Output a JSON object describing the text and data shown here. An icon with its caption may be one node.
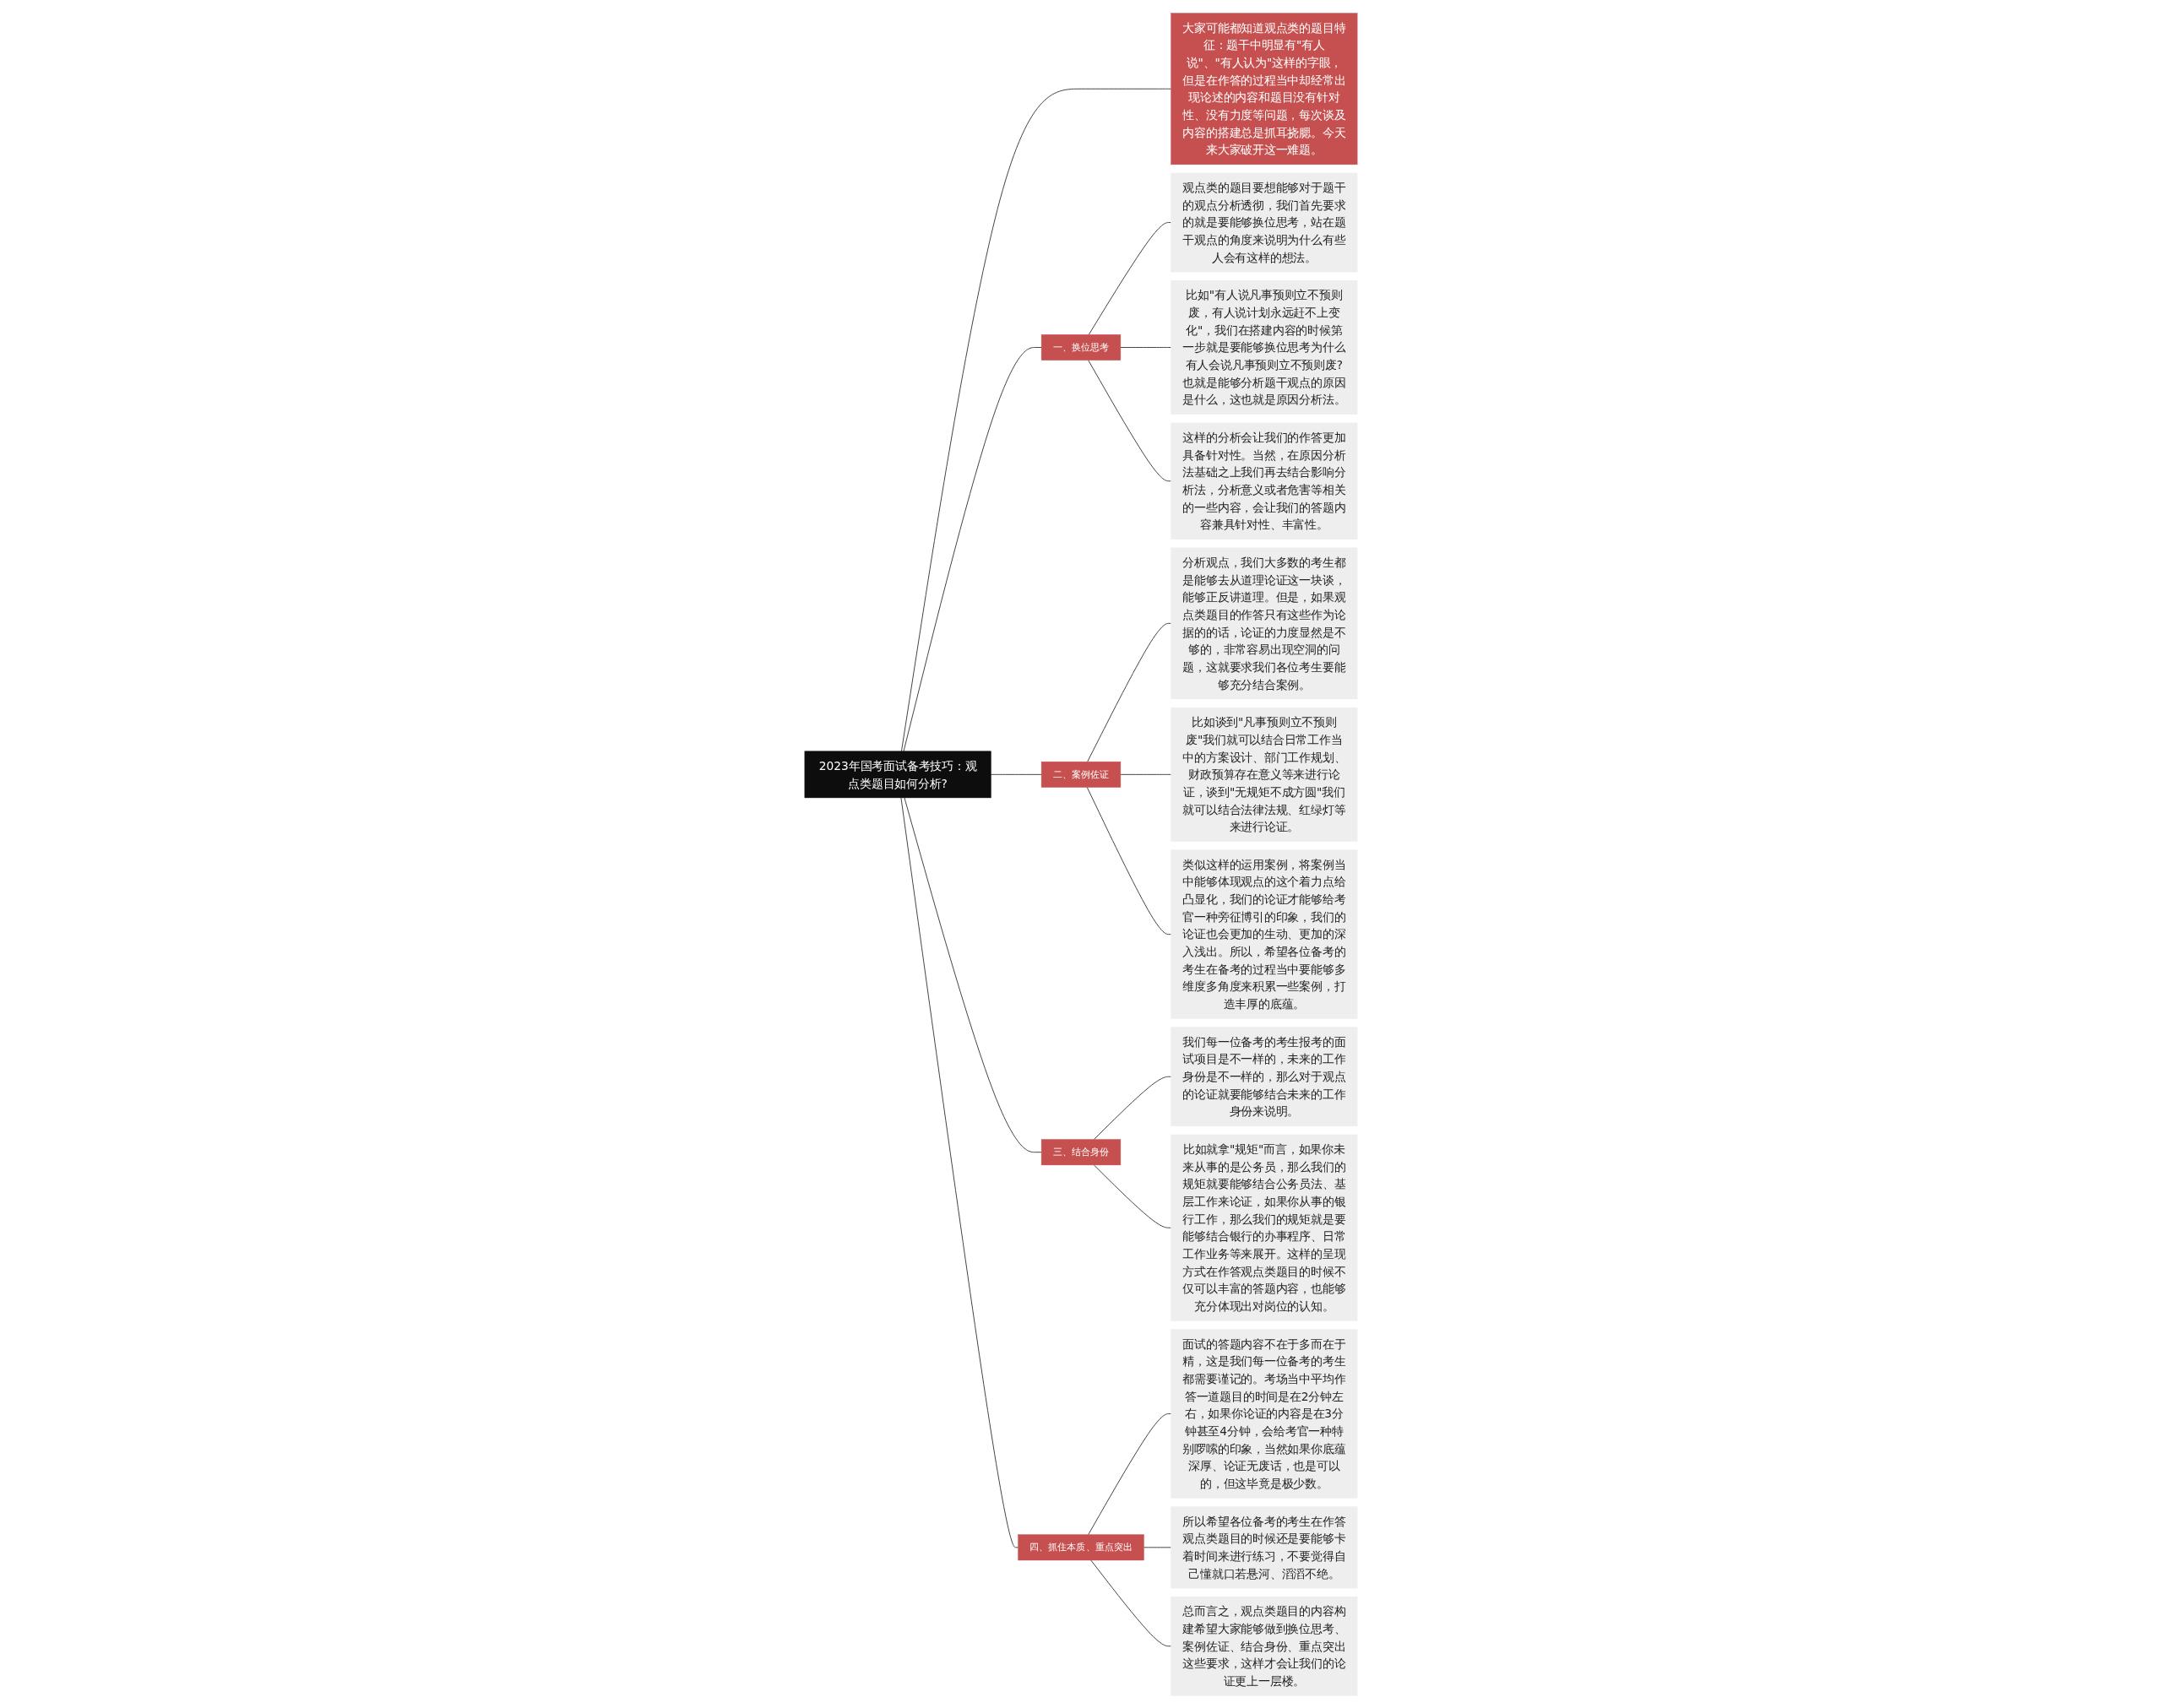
{
  "diagram": {
    "nodes": [
      {
        "text": [
          "2023年国考面试备考技巧：观点类题目如何分析?"
        ]
      },
      {
        "text": [
          "大家可能都知道观点类的题目特征：题干中明显有\"有人说\"、\"有人认为\"这样的字眼，但是在作答的过程当中却经常出现论述的内容和题目没有针对性、没有力度等问题，每次谈及内容的搭建总是抓耳挠腮。今天来大家破开这一难题。"
        ]
      },
      {
        "text": [
          "一、换位思考"
        ]
      },
      {
        "text": [
          "观点类的题目要想能够对于题干的观点分析透彻，我们首先要求的就是要能够换位思考，站在题干观点的角度来说明为什么有些人会有这样的想法。"
        ]
      },
      {
        "text": [
          "比如\"有人说凡事预则立不预则废，有人说计划永远赶不上变化\"，我们在搭建内容的时候第一步就是要能够换位思考为什么有人会说凡事预则立不预则废?也就是能够分析题干观点的原因是什么，这也就是原因分析法。"
        ]
      },
      {
        "text": [
          "这样的分析会让我们的作答更加具备针对性。当然，在原因分析法基础之上我们再去结合影响分析法，分析意义或者危害等相关的一些内容，会让我们的答题内容兼具针对性、丰富性。"
        ]
      },
      {
        "text": [
          "二、案例佐证"
        ]
      },
      {
        "text": [
          "分析观点，我们大多数的考生都是能够去从道理论证这一块谈，能够正反讲道理。但是，如果观点类题目的作答只有这些作为论据的的话，论证的力度显然是不够的，非常容易出现空洞的问题，这就要求我们各位考生要能够充分结合案例。"
        ]
      },
      {
        "text": [
          "比如谈到\"凡事预则立不预则废\"我们就可以结合日常工作当中的方案设计、部门工作规划、财政预算存在意义等来进行论证，谈到\"无规矩不成方圆\"我们就可以结合法律法规、红绿灯等来进行论证。"
        ]
      },
      {
        "text": [
          "类似这样的运用案例，将案例当中能够体现观点的这个着力点给凸显化，我们的论证才能够给考官一种旁征博引的印象，我们的论证也会更加的生动、更加的深入浅出。所以，希望各位备考的考生在备考的过程当中要能够多维度多角度来积累一些案例，打造丰厚的底蕴。"
        ]
      },
      {
        "text": [
          "三、结合身份"
        ]
      },
      {
        "text": [
          "我们每一位备考的考生报考的面试项目是不一样的，未来的工作身份是不一样的，那么对于观点的论证就要能够结合未来的工作身份来说明。"
        ]
      },
      {
        "text": [
          "比如就拿\"规矩\"而言，如果你未来从事的是公务员，那么我们的规矩就要能够结合公务员法、基层工作来论证，如果你从事的银行工作，那么我们的规矩就是要能够结合银行的办事程序、日常工作业务等来展开。这样的呈现方式在作答观点类题目的时候不仅可以丰富的答题内容，也能够充分体现出对岗位的认知。"
        ]
      },
      {
        "text": [
          "四、抓住本质、重点突出"
        ]
      },
      {
        "text": [
          "面试的答题内容不在于多而在于精，这是我们每一位备考的考生都需要谨记的。考场当中平均作答一道题目的时间是在2分钟左右，如果你论证的内容是在3分钟甚至4分钟，会给考官一种特别啰嗦的印象，当然如果你底蕴深厚、论证无废话，也是可以的，但这毕竟是极少数。"
        ]
      },
      {
        "text": [
          "所以希望各位备考的考生在作答观点类题目的时候还是要能够卡着时间来进行练习，不要觉得自己懂就口若悬河、滔滔不绝。"
        ]
      },
      {
        "text": [
          "总而言之，观点类题目的内容构建希望大家能够做到换位思考、案例佐证、结合身份、重点突出这些要求，这样才会让我们的论证更上一层楼。"
        ]
      }
    ],
    "edges": [
      {
        "from": 0,
        "to": 1,
        "arrow": "none"
      },
      {
        "from": 0,
        "to": 2,
        "arrow": "none"
      },
      {
        "from": 2,
        "to": 3,
        "arrow": "none"
      },
      {
        "from": 2,
        "to": 4,
        "arrow": "none"
      },
      {
        "from": 2,
        "to": 5,
        "arrow": "none"
      },
      {
        "from": 0,
        "to": 6,
        "arrow": "none"
      },
      {
        "from": 6,
        "to": 7,
        "arrow": "none"
      },
      {
        "from": 6,
        "to": 8,
        "arrow": "none"
      },
      {
        "from": 6,
        "to": 9,
        "arrow": "none"
      },
      {
        "from": 0,
        "to": 10,
        "arrow": "none"
      },
      {
        "from": 10,
        "to": 11,
        "arrow": "none"
      },
      {
        "from": 10,
        "to": 12,
        "arrow": "none"
      },
      {
        "from": 0,
        "to": 13,
        "arrow": "none"
      },
      {
        "from": 13,
        "to": 14,
        "arrow": "none"
      },
      {
        "from": 13,
        "to": 15,
        "arrow": "none"
      },
      {
        "from": 13,
        "to": 16,
        "arrow": "none"
      }
    ]
  }
}
